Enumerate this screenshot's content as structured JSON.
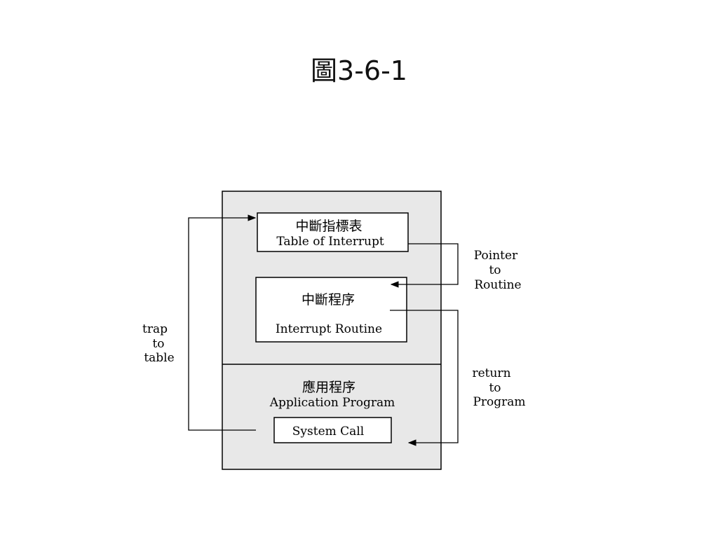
{
  "slide": {
    "title": "圖3-6-1"
  },
  "diagram": {
    "table_box": {
      "title_zh": "中斷指標表",
      "title_en": "Table of Interrupt"
    },
    "routine_box": {
      "title_zh": "中斷程序",
      "title_en": "Interrupt Routine"
    },
    "app_region": {
      "title_zh": "應用程序",
      "title_en": "Application Program"
    },
    "syscall_box": {
      "label": "System Call"
    },
    "labels": {
      "trap": [
        "trap",
        "to",
        "table"
      ],
      "pointer": [
        "Pointer",
        "to",
        "Routine"
      ],
      "return": [
        "return",
        "to",
        "Program"
      ]
    },
    "colors": {
      "memory_fill": "#e8e8e8",
      "box_fill": "#ffffff",
      "stroke": "#000000"
    }
  }
}
